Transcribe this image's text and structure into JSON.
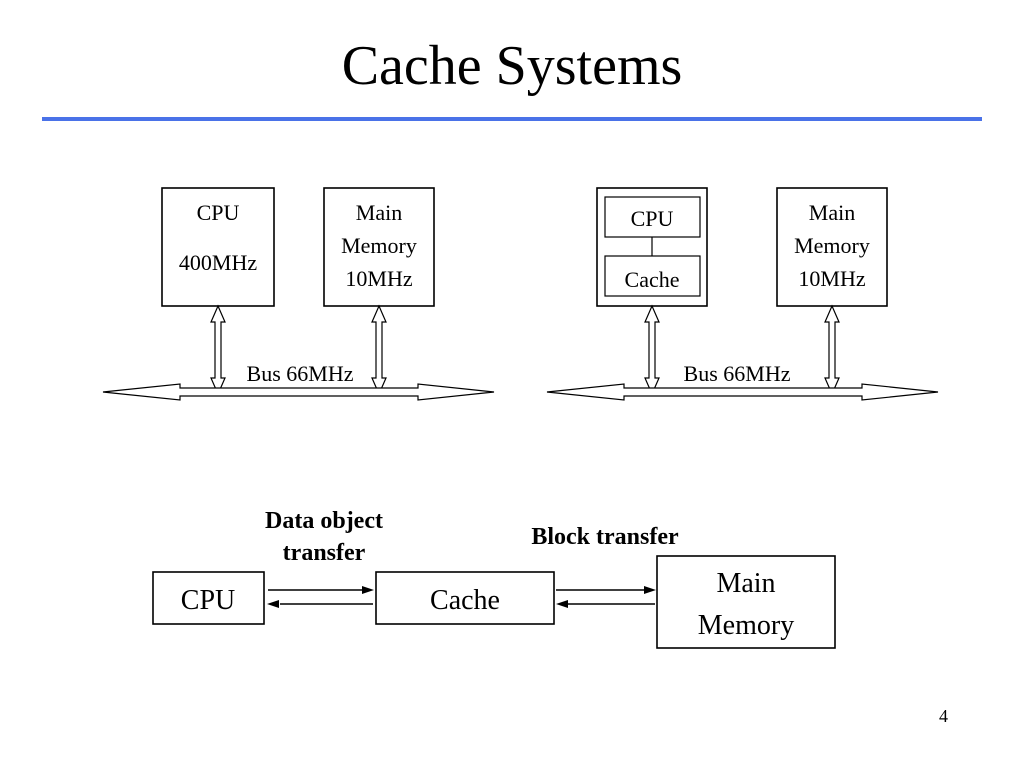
{
  "slide": {
    "title": "Cache Systems",
    "page_number": "4",
    "rule_color": "#4a72e8"
  },
  "system_without_cache": {
    "cpu": {
      "label": "CPU",
      "speed": "400MHz"
    },
    "memory": {
      "line1": "Main",
      "line2": "Memory",
      "line3": "10MHz"
    },
    "bus_label": "Bus 66MHz"
  },
  "system_with_cache": {
    "cpu_label": "CPU",
    "cache_label": "Cache",
    "memory": {
      "line1": "Main",
      "line2": "Memory",
      "line3": "10MHz"
    },
    "bus_label": "Bus 66MHz"
  },
  "transfer_diagram": {
    "cpu_label": "CPU",
    "cache_label": "Cache",
    "memory_line1": "Main",
    "memory_line2": "Memory",
    "data_transfer_line1": "Data object",
    "data_transfer_line2": "transfer",
    "block_transfer_label": "Block transfer"
  }
}
